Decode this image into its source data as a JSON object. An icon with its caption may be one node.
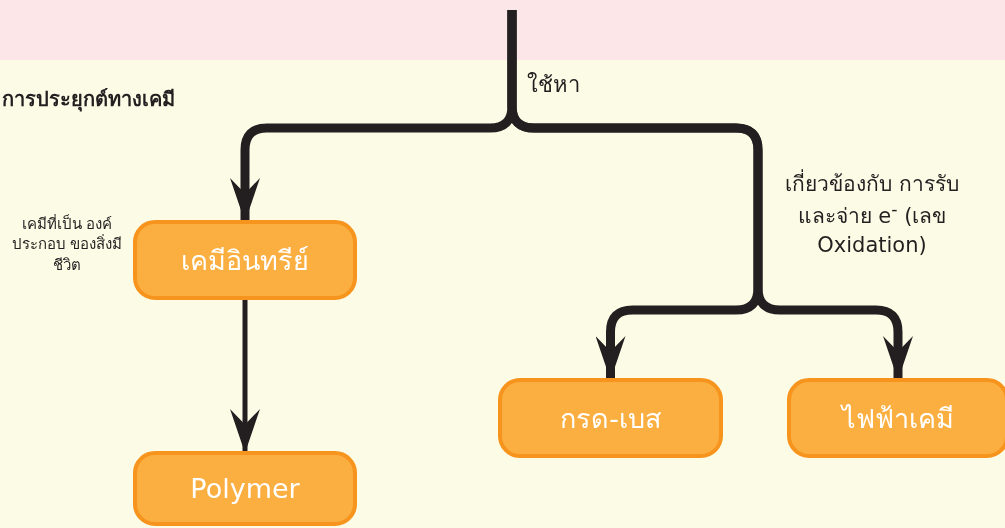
{
  "diagram": {
    "nodes": [
      {
        "text": [
          "เคมีอินทรีย์"
        ],
        "beside": [
          "เคมีที่เป็น องค์ประกอบ ของสิ่งมีชีวิต"
        ]
      },
      {
        "text": [
          "Polymer"
        ]
      },
      {
        "text": [
          "กรด-เบส"
        ]
      },
      {
        "text": [
          "ไฟฟ้าเคมี"
        ]
      }
    ],
    "edges": [
      {
        "from": null,
        "to": 0,
        "arrow": "to",
        "label": "ใช้หา"
      },
      {
        "from": null,
        "to": 2,
        "arrow": "to",
        "label": "เกี่ยวข้องกับ การรับและจ่าย e$^{-}$ (เลข Oxidation)"
      },
      {
        "from": null,
        "to": 3,
        "arrow": "to"
      },
      {
        "from": 0,
        "to": 1,
        "arrow": "to"
      }
    ],
    "labels": [
      "การประยุกต์ทางเคมี"
    ]
  }
}
